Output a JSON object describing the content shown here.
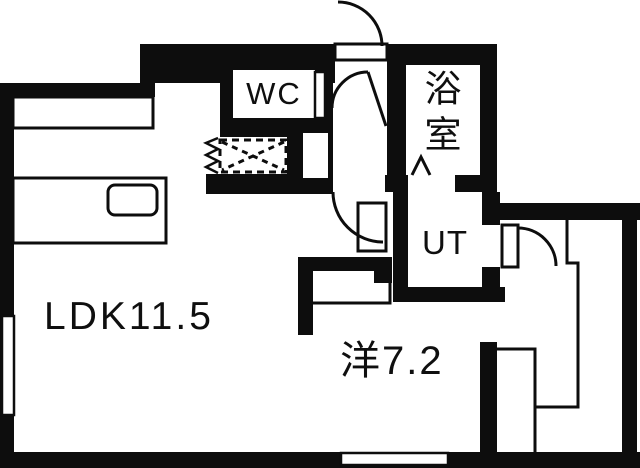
{
  "plan": {
    "title": "apartment-floorplan",
    "rooms": [
      {
        "id": "ldk",
        "label": "LDK11.5",
        "type": "living-dining-kitchen"
      },
      {
        "id": "western",
        "label": "洋7.2",
        "type": "western-room"
      },
      {
        "id": "wc",
        "label": "WC",
        "type": "toilet"
      },
      {
        "id": "bath",
        "label": "浴室",
        "type": "bathroom"
      },
      {
        "id": "ut",
        "label": "UT",
        "type": "utility"
      }
    ],
    "features": [
      "entrance-door-swing-top",
      "wc-door-swing",
      "hallway-door-swing",
      "ut-door-swing",
      "bathroom-folding-door",
      "washing-machine-area-hatched",
      "kitchen-counter-with-sink",
      "window-left-wall",
      "window-bottom-wall"
    ],
    "colors": {
      "wall": "#0d0d0d",
      "floor": "#ffffff",
      "line": "#0d0d0d",
      "text": "#0f0f0f"
    }
  }
}
